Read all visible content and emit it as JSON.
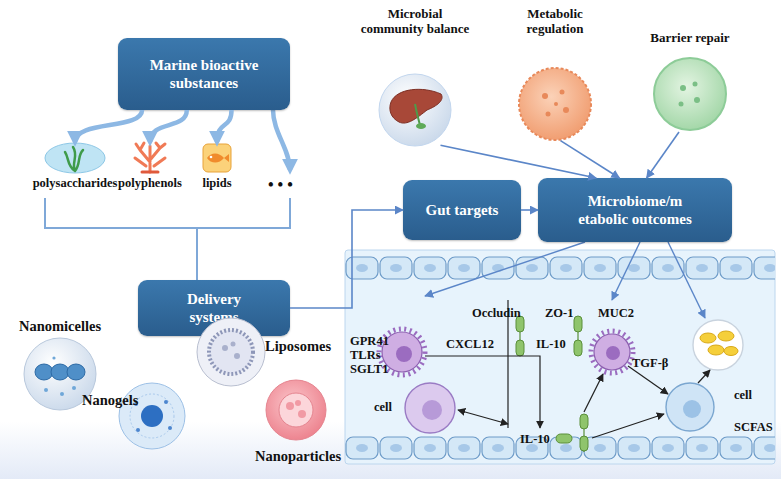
{
  "diagram": {
    "nodes": [
      {
        "text": [
          "Marine bioactive substances"
        ]
      },
      {
        "text": [
          "polysaccharides"
        ]
      },
      {
        "text": [
          "polyphenols"
        ]
      },
      {
        "text": [
          "lipids"
        ]
      },
      {
        "text": [
          "Delivery systems"
        ]
      },
      {
        "text": [
          "Nanomicelles"
        ]
      },
      {
        "text": [
          "Nanogels"
        ]
      },
      {
        "text": [
          "Liposomes"
        ]
      },
      {
        "text": [
          "Nanoparticles"
        ]
      },
      {
        "text": [
          "Gut targets"
        ]
      },
      {
        "text": [
          "Microbiome/m etabolic outcomes"
        ]
      },
      {
        "text": [
          "Microbial community balance"
        ]
      },
      {
        "text": [
          "Metabolic regulation"
        ]
      },
      {
        "text": [
          "Barrier repair"
        ]
      }
    ],
    "edges": [
      {
        "from": 0,
        "to": 1,
        "arrow": "to"
      },
      {
        "from": 0,
        "to": 2,
        "arrow": "to"
      },
      {
        "from": 0,
        "to": 3,
        "arrow": "to"
      },
      {
        "from": 4,
        "to": 9,
        "arrow": "to"
      },
      {
        "from": 9,
        "to": 10,
        "arrow": "to"
      },
      {
        "from": 11,
        "to": 10,
        "arrow": "to"
      },
      {
        "from": 12,
        "to": 10,
        "arrow": "to"
      },
      {
        "from": 13,
        "to": 10,
        "arrow": "to"
      }
    ],
    "labels": [
      "• • •",
      "Occludin",
      "ZO-1",
      "MUC2",
      "GPR41 TLRs SGLT1",
      "CXCL12",
      "IL-10",
      "TGF-β",
      "cell",
      "IL-10",
      "cell",
      "SCFAS"
    ]
  }
}
